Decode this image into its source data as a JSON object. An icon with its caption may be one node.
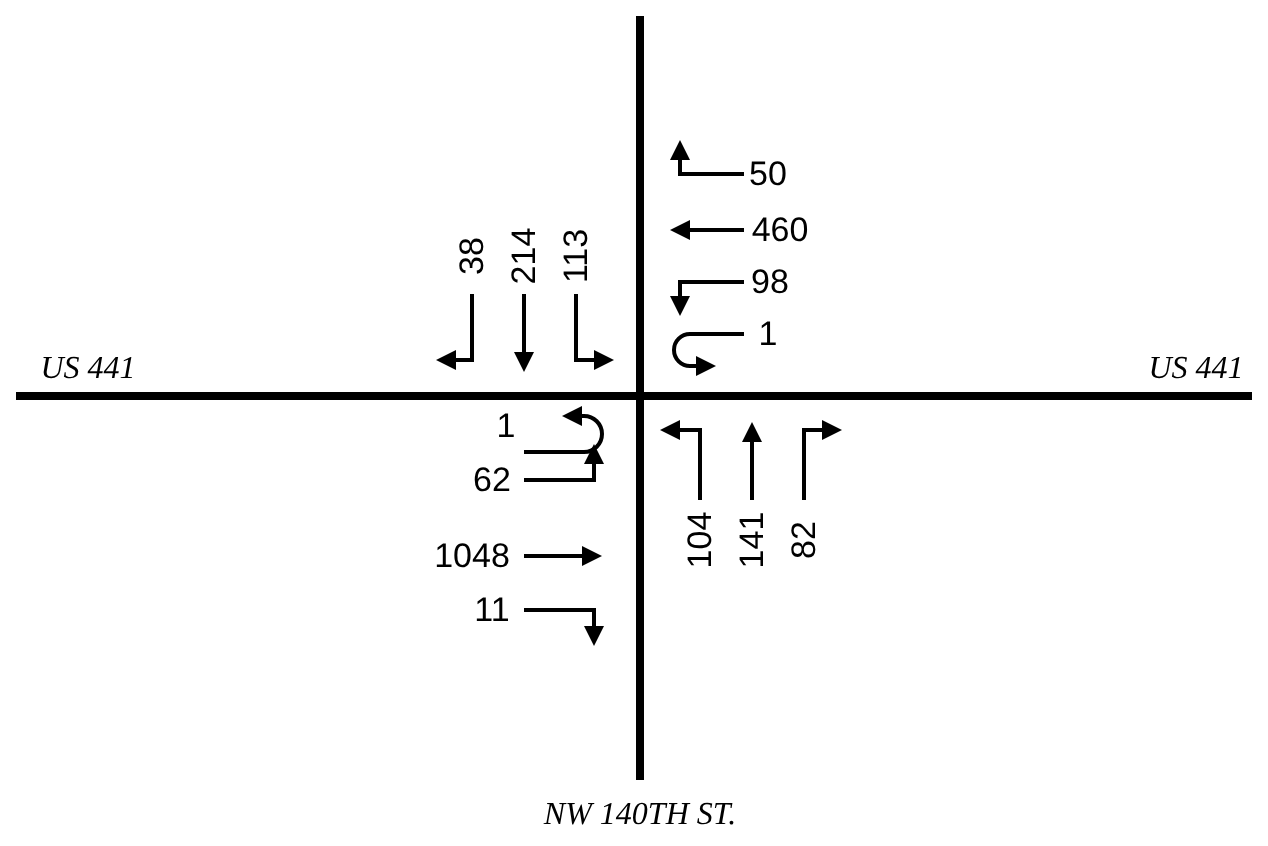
{
  "diagram": {
    "labels": [
      "50",
      "460",
      "38",
      "214",
      "113",
      "98",
      "1",
      "US 441",
      "US 441",
      "1",
      "104",
      "141",
      "82",
      "62",
      "1048",
      "11",
      "NW 140TH ST."
    ]
  }
}
